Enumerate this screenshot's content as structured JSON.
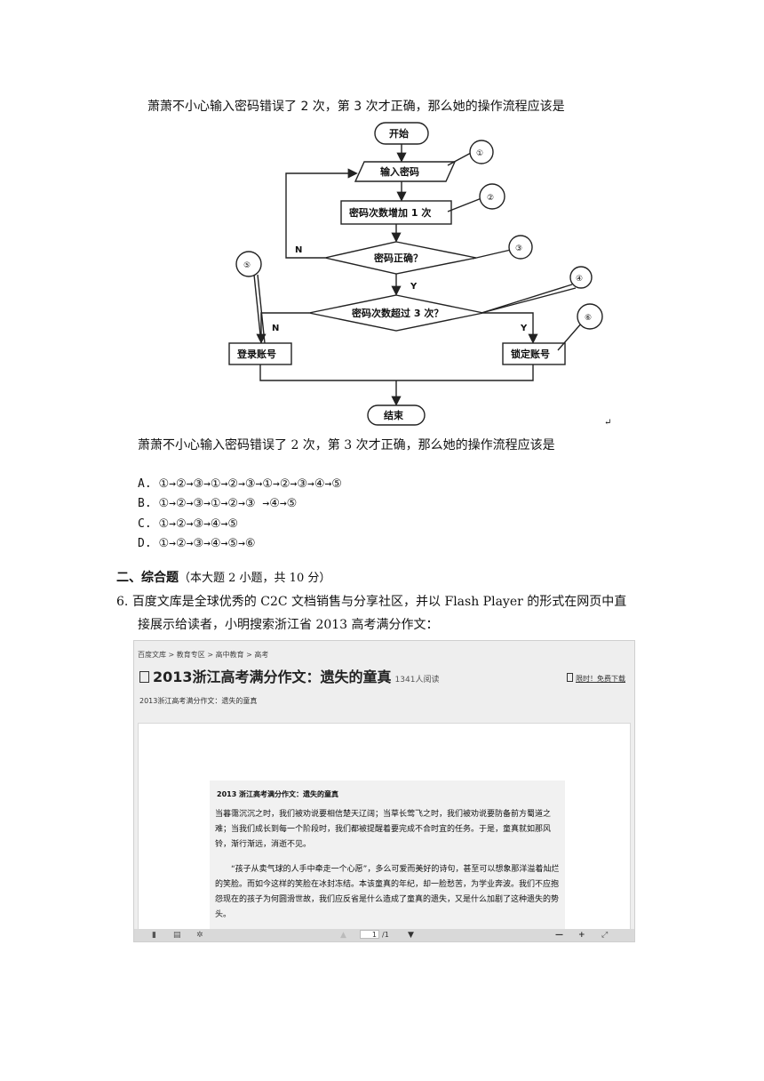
{
  "top_caption": "萧萧不小心输入密码错误了 2 次，第 3 次才正确，那么她的操作流程应该是",
  "flowchart": {
    "start": "开始",
    "input_password": "输入密码",
    "count_inc": "密码次数增加 1 次",
    "decision_correct": "密码正确？",
    "decision_over3": "密码次数超过 3 次？",
    "login": "登录账号",
    "lock": "锁定账号",
    "end": "结束",
    "label_n_left": "N",
    "label_y_mid": "Y",
    "label_n_lower": "N",
    "label_y_right": "Y",
    "callout_1": "①",
    "callout_2": "②",
    "callout_3": "③",
    "callout_4": "④",
    "callout_5": "⑤",
    "callout_6": "⑥"
  },
  "question": "萧萧不小心输入密码错误了 2 次，第 3 次才正确，那么她的操作流程应该是",
  "options": [
    {
      "letter": "A.",
      "text": "①→②→③→①→②→③→①→②→③→④→⑤"
    },
    {
      "letter": "B.",
      "text": "①→②→③→①→②→③ →④→⑤"
    },
    {
      "letter": "C.",
      "text": "①→②→③→④→⑤"
    },
    {
      "letter": "D.",
      "text": "①→②→③→④→⑤→⑥"
    }
  ],
  "section": {
    "title": "二、综合题",
    "note": "（本大题 2 小题，共 10 分）"
  },
  "q6": {
    "number": "6.",
    "line1": "百度文库是全球优秀的 C2C 文档销售与分享社区，并以 Flash Player 的形式在网页中直",
    "line2": "接展示给读者，小明搜索浙江省 2013 高考满分作文："
  },
  "viewer": {
    "breadcrumb": "百度文库 > 教育专区 > 高中教育 > 高考",
    "title": "2013浙江高考满分作文：遗失的童真",
    "reads": "1341人阅读",
    "mobile_link": "限时！免费下载",
    "subtitle": "2013浙江高考满分作文：遗失的童真",
    "page_title": "2013 浙江高考满分作文：遗失的童真",
    "para1": "当暮霭沉沉之时，我们被劝说要相信楚天辽阔；当草长莺飞之时，我们被劝说要防备前方蜀道之难；当我们成长到每一个阶段时，我们都被提醒着要完成不合时宜的任务。于是，童真就如那风铃，渐行渐远，消逝不见。",
    "para2": "“孩子从卖气球的人手中牵走一个心愿”，多么可爱而美好的诗句，甚至可以想象那洋溢着灿烂的笑脸。而如今这样的笑脸在冰封冻结。本该童真的年纪，却一脸愁苦，为学业奔波。我们不应抱怨现在的孩子为何圆滑世故，我们应反省是什么造成了童真的遗失，又是什么加剧了这种遗失的势头。",
    "page_current": "1",
    "page_total": "/1"
  },
  "stray_mark": "↵"
}
